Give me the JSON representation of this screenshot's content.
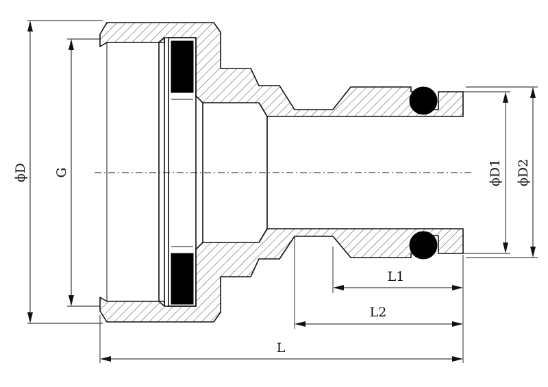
{
  "labels": {
    "phiD": "ϕD",
    "G": "G",
    "phiD1": "ϕD1",
    "phiD2": "ϕD2",
    "L1": "L1",
    "L2": "L2",
    "L": "L"
  }
}
